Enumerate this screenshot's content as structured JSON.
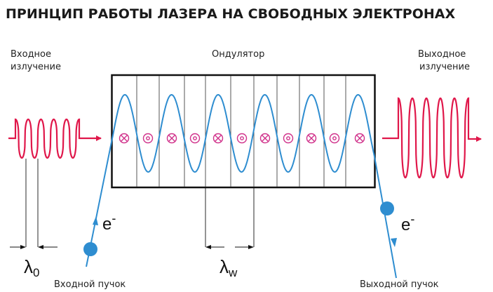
{
  "title": "ПРИНЦИП РАБОТЫ ЛАЗЕРА НА СВОБОДНЫХ ЭЛЕКТРОНАХ",
  "labels": {
    "input_radiation_1": "Входное",
    "input_radiation_2": "излучение",
    "undulator": "Ондулятор",
    "output_radiation_1": "Выходное",
    "output_radiation_2": "излучение",
    "input_beam": "Входной пучок",
    "output_beam": "Выходной пучок",
    "electron": "e",
    "electron_sup": "-",
    "lambda": "λ",
    "lambda0_sub": "0",
    "lambdaw_sub": "w"
  },
  "magnets": [
    "in",
    "out",
    "in",
    "out",
    "in",
    "out",
    "in",
    "out",
    "in",
    "out",
    "in"
  ],
  "colors": {
    "radiation": "#e0174a",
    "beam": "#2e8dd0",
    "magnet": "#d0308a",
    "frame": "#111111"
  }
}
